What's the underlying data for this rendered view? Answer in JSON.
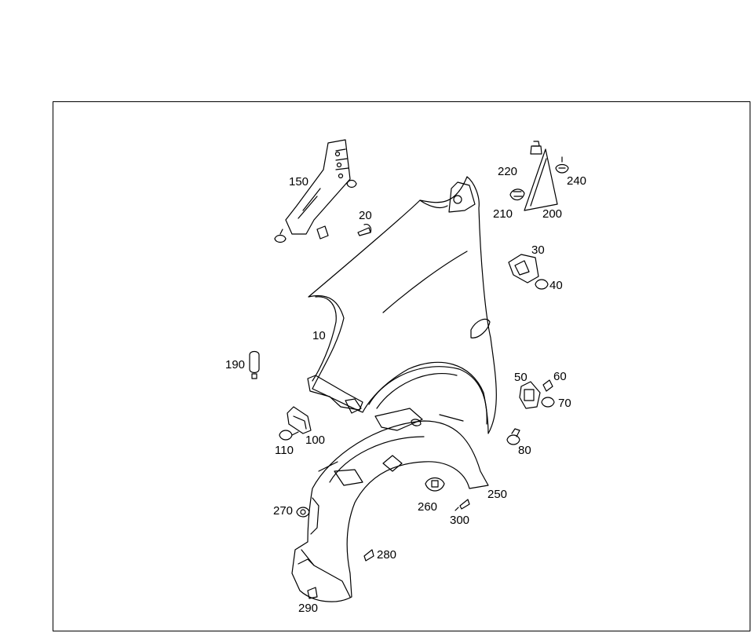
{
  "diagram": {
    "line_color": "#000000",
    "background": "#ffffff",
    "parts": [
      {
        "id": "fender",
        "label": "10"
      },
      {
        "id": "bolt-20",
        "label": "20"
      },
      {
        "id": "bracket-30",
        "label": "30"
      },
      {
        "id": "nut-40",
        "label": "40"
      },
      {
        "id": "bracket-50",
        "label": "50"
      },
      {
        "id": "screw-60",
        "label": "60"
      },
      {
        "id": "nut-70",
        "label": "70"
      },
      {
        "id": "clip-80",
        "label": "80"
      },
      {
        "id": "bracket-100",
        "label": "100"
      },
      {
        "id": "nut-110",
        "label": "110"
      },
      {
        "id": "support-bracket-150",
        "label": "150"
      },
      {
        "id": "bumper-190",
        "label": "190"
      },
      {
        "id": "triangle-cover-200",
        "label": "200"
      },
      {
        "id": "clip-210",
        "label": "210"
      },
      {
        "id": "clip-220",
        "label": "220"
      },
      {
        "id": "nut-240",
        "label": "240"
      },
      {
        "id": "wheel-liner-250",
        "label": "250"
      },
      {
        "id": "cover-260",
        "label": "260"
      },
      {
        "id": "nut-270",
        "label": "270"
      },
      {
        "id": "screw-280",
        "label": "280"
      },
      {
        "id": "screw-290",
        "label": "290"
      },
      {
        "id": "screw-300",
        "label": "300"
      }
    ]
  }
}
